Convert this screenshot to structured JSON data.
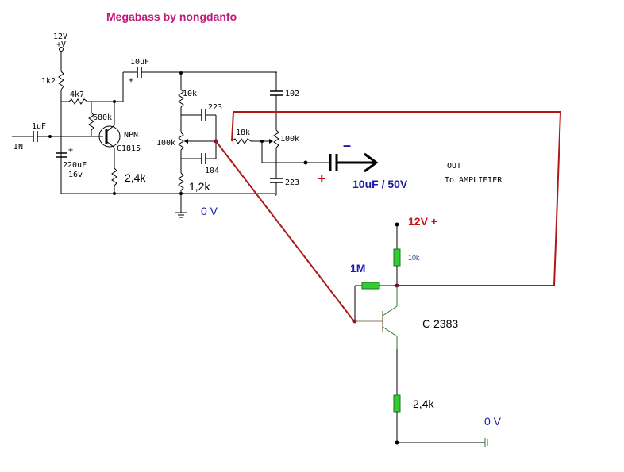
{
  "title": "Megabass by nongdanfo",
  "colors": {
    "title": "#c0177a",
    "red_wire": "#b01818",
    "blue_label": "#1a1aaa",
    "red_label": "#cc1111",
    "green_part": "#33cc33"
  },
  "labels": {
    "supply_top_v": "12V",
    "supply_top_sym": "+V",
    "r_1k2": "1k2",
    "r_4k7": "4k7",
    "r_680k": "680k",
    "c_1uF": "1uF",
    "in": "IN",
    "c_220uF": "220uF",
    "c_220uF_v": "16v",
    "transistor_type": "NPN",
    "transistor_part": "C1815",
    "r_2k4_a": "2,4k",
    "c_10uF": "10uF",
    "r_10k_a": "10k",
    "c_223_a": "223",
    "pot_100k_a": "100k",
    "c_104": "104",
    "r_1k2_b": "1,2k",
    "gnd_a": "0 V",
    "c_102": "102",
    "r_18k": "18k",
    "pot_100k_b": "100k",
    "c_223_b": "223",
    "out_cap_minus": "–",
    "out_cap_plus": "+",
    "out_cap": "10uF / 50V",
    "out": "OUT",
    "to_amp": "To AMPLIFIER",
    "supply_b": "12V +",
    "r_10k_b": "10k",
    "r_1M": "1M",
    "transistor_b": "C 2383",
    "r_2k4_b": "2,4k",
    "gnd_b": "0 V",
    "plus": "+"
  }
}
